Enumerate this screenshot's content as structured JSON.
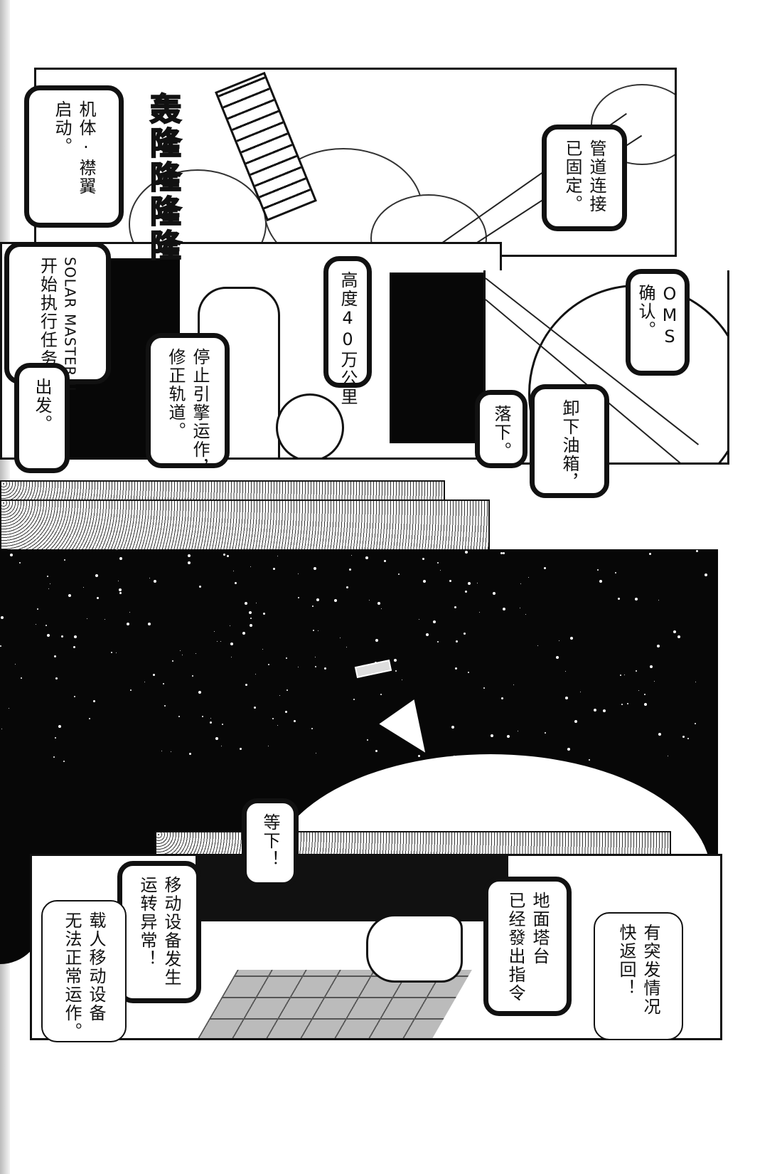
{
  "sfx": {
    "rumble": "轰隆隆隆隆"
  },
  "bubbles": {
    "body_flaps": [
      "机体·襟翼",
      "启动。"
    ],
    "pipe_fixed": [
      "管道连接",
      "已固定。"
    ],
    "solar_master": [
      "SOLAR MASTER II",
      "开始执行任务。"
    ],
    "depart": [
      "出发。"
    ],
    "altitude": [
      "高度40万公里"
    ],
    "stop_engine": [
      "停止引擎运作，",
      "修正轨道。"
    ],
    "oms": [
      "OMS",
      "确认。"
    ],
    "drop": [
      "落下。"
    ],
    "unload_tank": [
      "卸下油箱，"
    ],
    "wait": [
      "等下！"
    ],
    "device_abnormal": [
      "移动设备发生",
      "运转异常！"
    ],
    "manned_device": [
      "载人移动设备",
      "无法正常运作。"
    ],
    "ground_tower": [
      "地面塔台",
      "已经發出指令"
    ],
    "emergency": [
      "有突发情况",
      "快返回！"
    ]
  }
}
